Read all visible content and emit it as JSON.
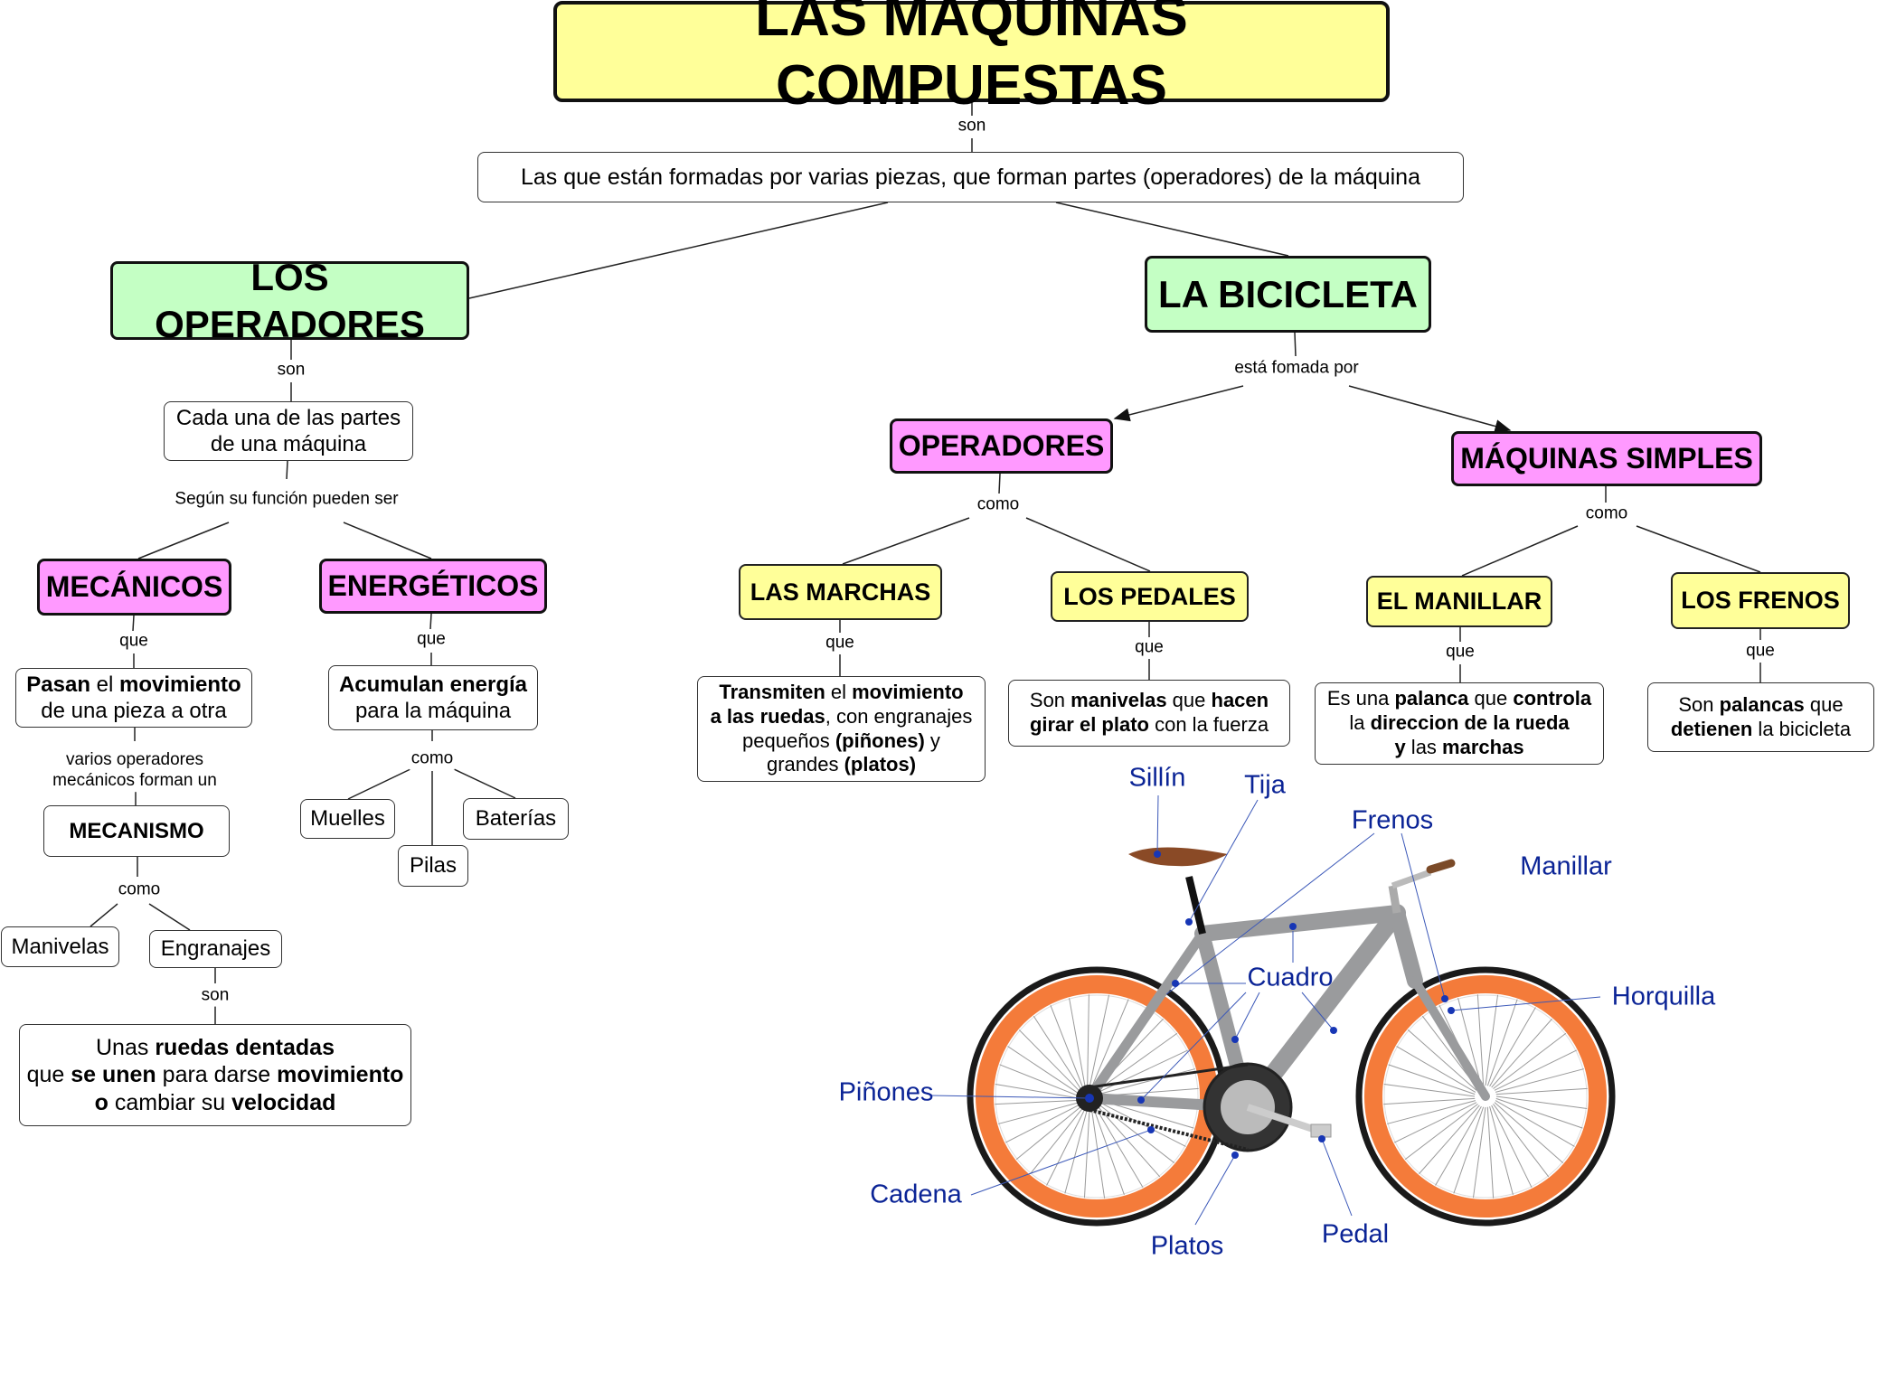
{
  "title": "LAS MÁQUINAS COMPUESTAS",
  "title_link": "son",
  "definition": "Las que están formadas por varias piezas, que forman partes (operadores) de la máquina",
  "left_branch": {
    "heading": "LOS OPERADORES",
    "link_son": "son",
    "definition_line1": "Cada una de las partes",
    "definition_line2": "de una máquina",
    "link_function": "Según su función pueden ser",
    "mecanicos": {
      "heading": "MECÁNICOS",
      "link_que": "que",
      "desc_b1": "Pasan",
      "desc_t1": " el ",
      "desc_b2": "movimiento",
      "desc_line2": "de una pieza a otra",
      "link_forman_1": "varios operadores",
      "link_forman_2": "mecánicos forman un",
      "mecanismo": "MECANISMO",
      "link_como": "como",
      "examples": [
        "Manivelas",
        "Engranajes"
      ],
      "link_son": "son",
      "gear_def": {
        "l1_t1": "Unas ",
        "l1_b1": "ruedas dentadas",
        "l2_t1": "que ",
        "l2_b1": "se unen",
        "l2_t2": " para darse ",
        "l2_b2": "movimiento",
        "l3_b1": "o",
        "l3_t1": " cambiar su ",
        "l3_b2": "velocidad"
      }
    },
    "energeticos": {
      "heading": "ENERGÉTICOS",
      "link_que": "que",
      "desc_b1": "Acumulan energía",
      "desc_line2": "para la máquina",
      "link_como": "como",
      "examples": [
        "Muelles",
        "Pilas",
        "Baterías"
      ]
    }
  },
  "right_branch": {
    "heading": "LA BICICLETA",
    "link_formada": "está fomada por",
    "operadores": {
      "heading": "OPERADORES",
      "link_como": "como",
      "marchas": {
        "heading": "LAS MARCHAS",
        "link_que": "que",
        "l1_b1": "Transmiten",
        "l1_t1": " el ",
        "l1_b2": "movimiento",
        "l2_b1": "a las ruedas",
        "l2_t1": ", con engranajes",
        "l3_t1": "pequeños ",
        "l3_b1": "(piñones)",
        "l3_t2": " y",
        "l4_t1": "grandes ",
        "l4_b1": "(platos)"
      },
      "pedales": {
        "heading": "LOS PEDALES",
        "link_que": "que",
        "l1_t1": "Son ",
        "l1_b1": "manivelas",
        "l1_t2": " que ",
        "l1_b2": "hacen",
        "l2_b1": "girar el plato",
        "l2_t1": " con la fuerza"
      }
    },
    "maquinas_simples": {
      "heading": "MÁQUINAS SIMPLES",
      "link_como": "como",
      "manillar": {
        "heading": "EL MANILLAR",
        "link_que": "que",
        "l1_t1": "Es una ",
        "l1_b1": "palanca",
        "l1_t2": " que ",
        "l1_b2": "controla",
        "l2_t1": "la ",
        "l2_b1": "direccion de la rueda",
        "l3_b1": "y",
        "l3_t1": " las ",
        "l3_b2": "marchas"
      },
      "frenos": {
        "heading": "LOS FRENOS",
        "link_que": "que",
        "l1_t1": "Son ",
        "l1_b1": "palancas",
        "l1_t2": " que",
        "l2_b1": "detienen",
        "l2_t1": " la bicicleta"
      }
    }
  },
  "bike_labels": {
    "sillin": "Sillín",
    "tija": "Tija",
    "frenos": "Frenos",
    "manillar": "Manillar",
    "cuadro": "Cuadro",
    "horquilla": "Horquilla",
    "pinones": "Piñones",
    "cadena": "Cadena",
    "platos": "Platos",
    "pedal": "Pedal"
  },
  "colors": {
    "title_fill": "#ffff99",
    "green_fill": "#c4ffc4",
    "pink_fill": "#ff99ff",
    "yellow_fill": "#ffff99",
    "bike_label": "#0b2496",
    "rim_orange": "#f47b3a",
    "frame_gray": "#9a9b9d"
  }
}
